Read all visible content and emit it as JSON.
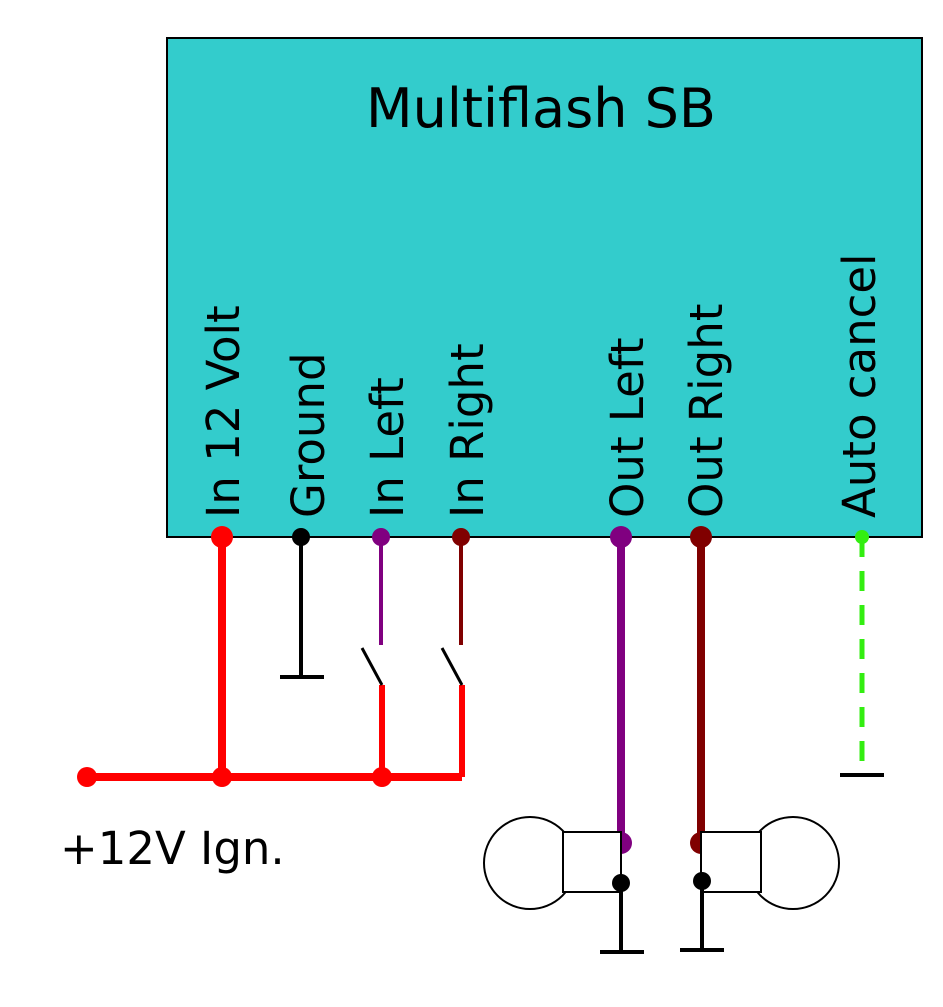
{
  "module": {
    "title": "Multiflash SB",
    "fill_color": "#33cccc"
  },
  "pins": [
    {
      "id": "in12v",
      "label": "In 12 Volt",
      "color": "#ff0000"
    },
    {
      "id": "ground",
      "label": "Ground",
      "color": "#000000"
    },
    {
      "id": "inleft",
      "label": "In Left",
      "color": "#800080"
    },
    {
      "id": "inright",
      "label": "In Right",
      "color": "#800000"
    },
    {
      "id": "outleft",
      "label": "Out Left",
      "color": "#800080"
    },
    {
      "id": "outright",
      "label": "Out Right",
      "color": "#800000"
    },
    {
      "id": "autocancel",
      "label": "Auto cancel",
      "color": "#33ee11"
    }
  ],
  "supply": {
    "label": "+12V Ign.",
    "color": "#ff0000"
  }
}
